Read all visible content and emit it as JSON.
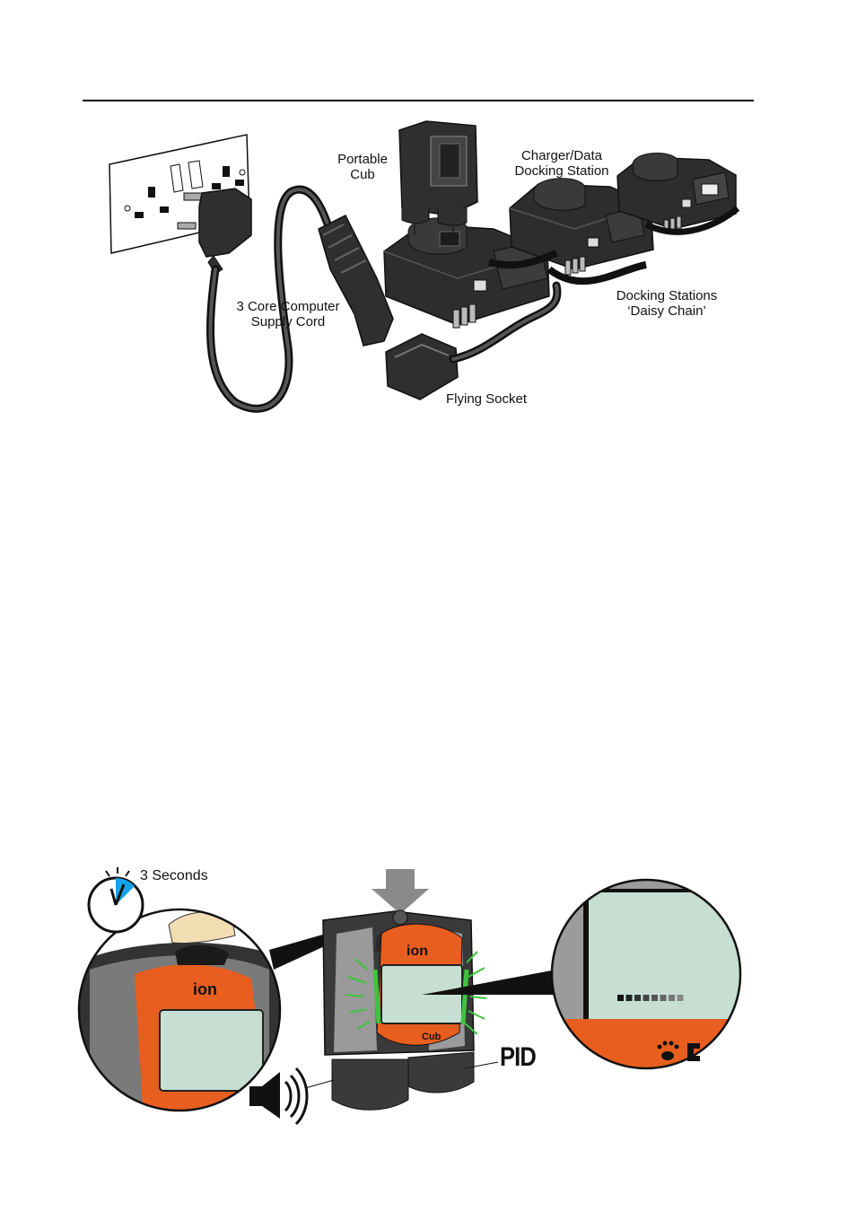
{
  "labels": {
    "portable_cub": [
      "Portable",
      "Cub"
    ],
    "charger_dock": [
      "Charger/Data",
      "Docking Station"
    ],
    "supply_cord": [
      "3 Core Computer",
      "Supply Cord"
    ],
    "daisy_chain": [
      "Docking Stations",
      "‘Daisy Chain’"
    ],
    "flying_socket": "Flying Socket"
  },
  "figure2": {
    "timer_label": "3 Seconds",
    "pid_label": "PID",
    "logo_text": "ion",
    "brand_text": "Cub",
    "progress": {
      "filled_segments": 8,
      "total_segments": 8
    }
  },
  "colors": {
    "orange": "#e85e1f",
    "screen": "#c6dfd2",
    "body_dark": "#3a3a3a",
    "led_green": "#3ec43e",
    "timer_blue": "#17a3e8"
  }
}
